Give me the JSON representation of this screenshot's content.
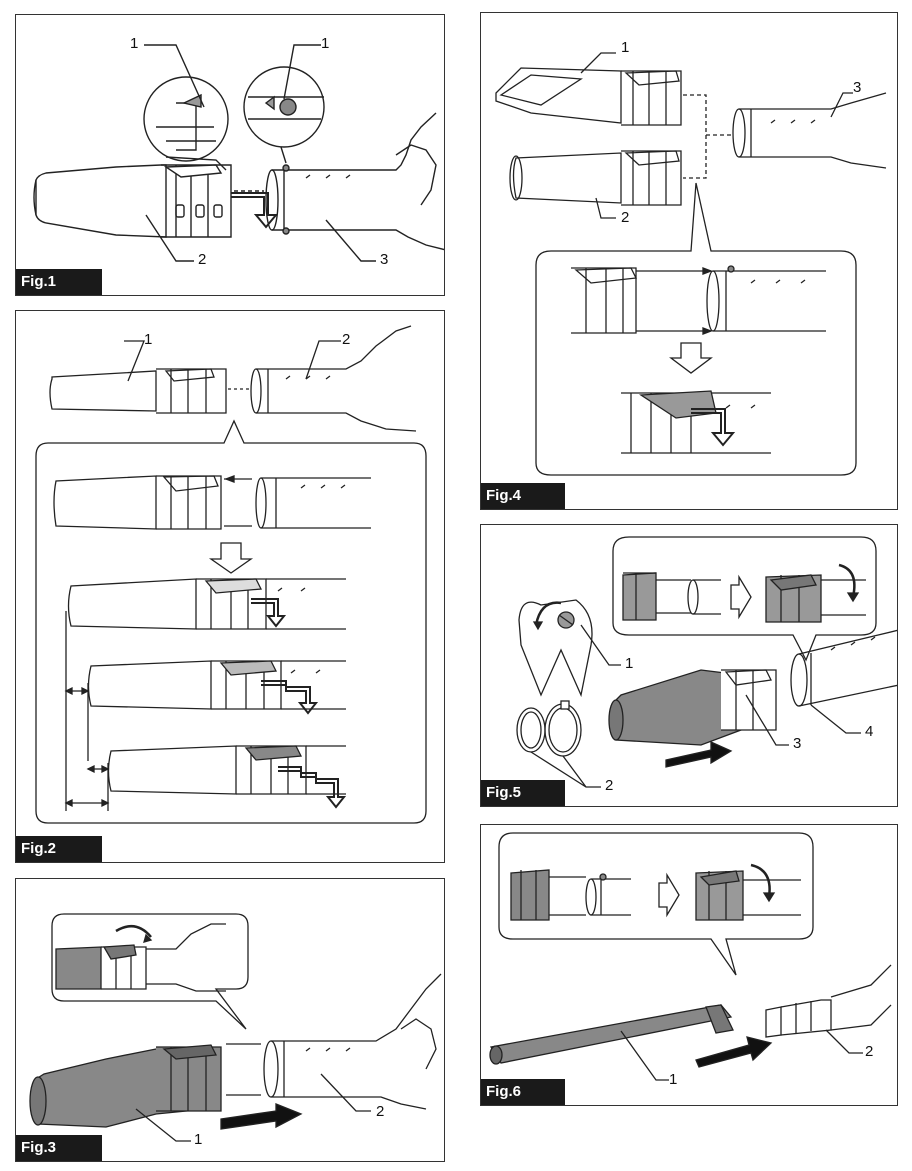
{
  "figures": [
    {
      "tag": "Fig.1",
      "callouts": [
        "1",
        "1",
        "2",
        "3"
      ]
    },
    {
      "tag": "Fig.2",
      "callouts": [
        "1",
        "2"
      ]
    },
    {
      "tag": "Fig.3",
      "callouts": [
        "1",
        "2"
      ]
    },
    {
      "tag": "Fig.4",
      "callouts": [
        "1",
        "2",
        "3"
      ]
    },
    {
      "tag": "Fig.5",
      "callouts": [
        "1",
        "2",
        "3",
        "4"
      ]
    },
    {
      "tag": "Fig.6",
      "callouts": [
        "1",
        "2"
      ]
    }
  ]
}
